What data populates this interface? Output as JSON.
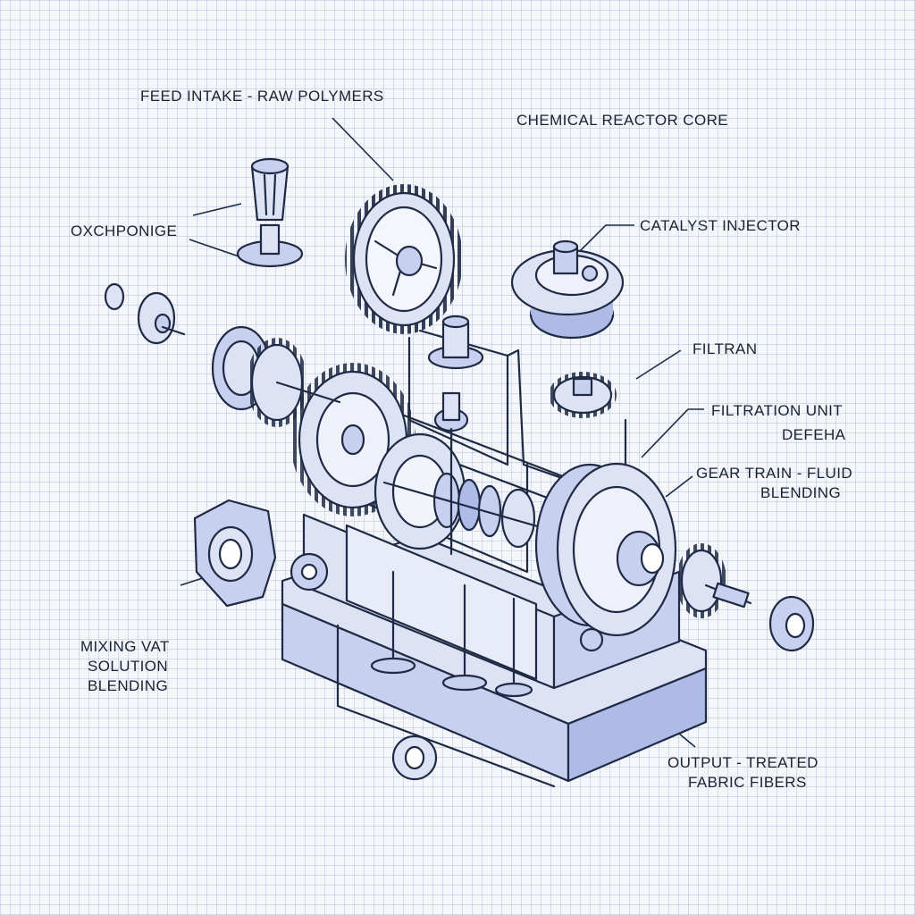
{
  "labels": {
    "feed_intake": "FEED INTAKE - RAW POLYMERS",
    "reactor_core": "CHEMICAL REACTOR CORE",
    "oxchponige": "OXCHPONIGE",
    "catalyst_injector": "CATALYST INJECTOR",
    "filtran": "FILTRAN",
    "filtration_unit": "FILTRATION UNIT",
    "defeha": "DEFEHA",
    "gear_train_line1": "GEAR TRAIN - FLUID",
    "gear_train_line2": "BLENDING",
    "mixing_line1": "MIXING VAT",
    "mixing_line2": "SOLUTION",
    "mixing_line3": "BLENDING",
    "output_line1": "OUTPUT - TREATED",
    "output_line2": "FABRIC FIBERS"
  },
  "colors": {
    "ink": "#1f2a44",
    "shade_light": "#dde3f5",
    "shade_mid": "#c7d0ee",
    "shade_dark": "#aebbe6",
    "grid": "#7896c8"
  }
}
